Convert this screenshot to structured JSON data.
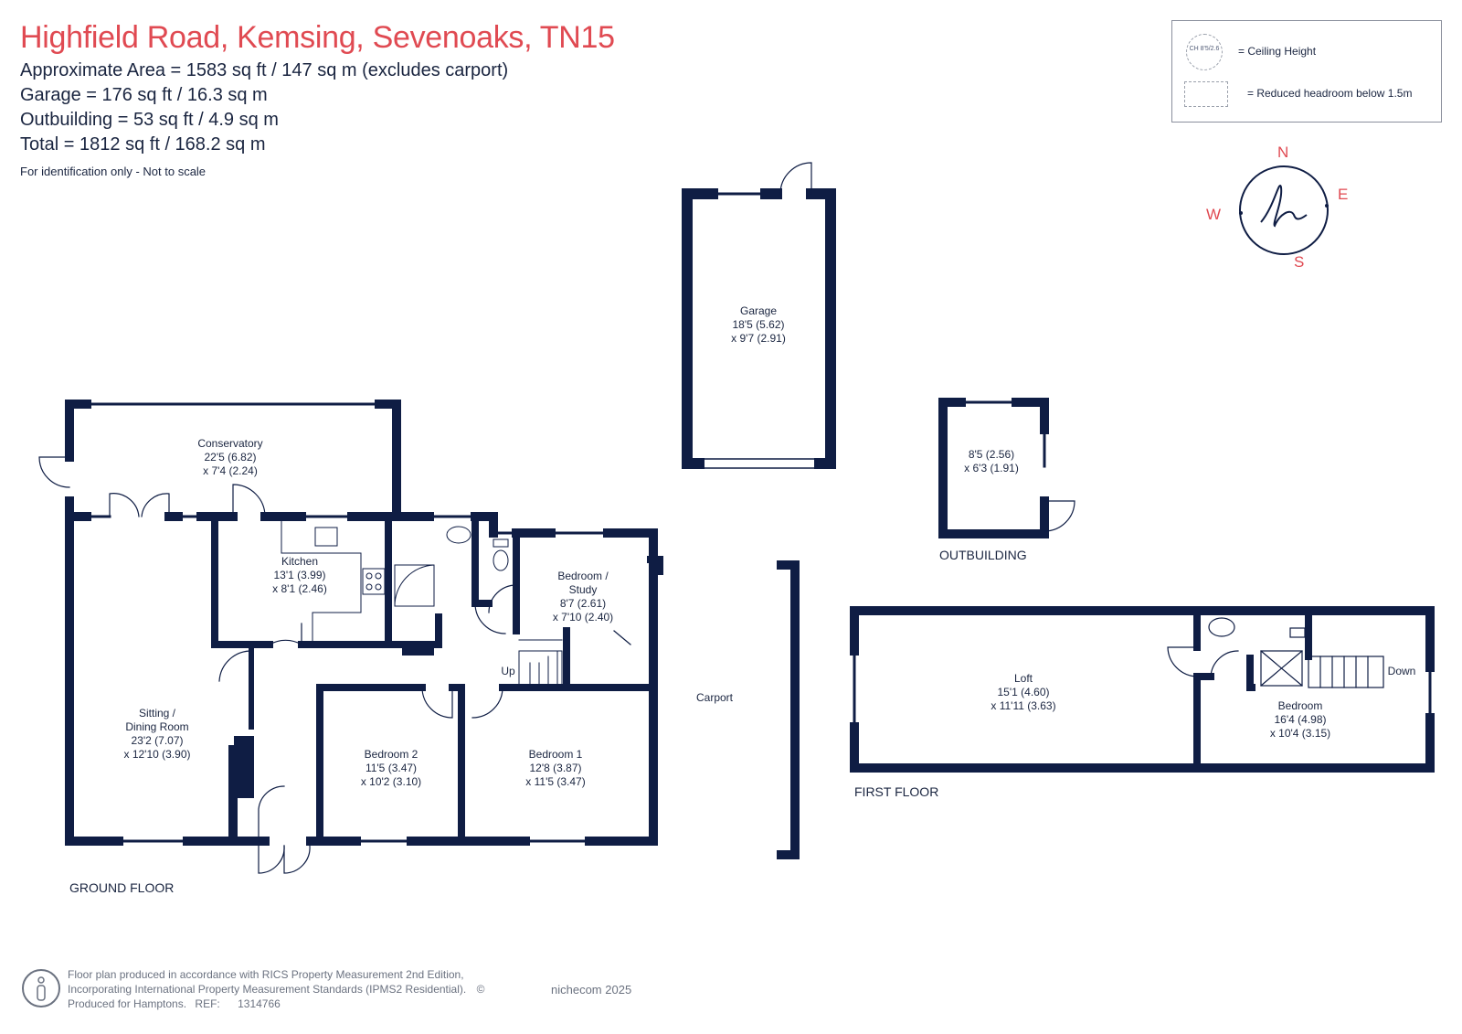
{
  "header": {
    "title": "Highfield Road, Kemsing, Sevenoaks, TN15",
    "lines": [
      "Approximate Area = 1583 sq ft / 147 sq m (excludes carport)",
      "Garage = 176 sq ft / 16.3 sq m",
      "Outbuilding = 53 sq ft / 4.9 sq m",
      "Total = 1812 sq ft / 168.2 sq m"
    ],
    "note": "For identification only - Not to scale"
  },
  "legend": {
    "ch_badge": "CH 8'5/2.6",
    "ceiling": "= Ceiling Height",
    "reduced": "= Reduced headroom below 1.5m"
  },
  "compass": {
    "n": "N",
    "e": "E",
    "s": "S",
    "w": "W",
    "logo": "h"
  },
  "rooms": {
    "garage": [
      "Garage",
      "18'5 (5.62)",
      "x 9'7 (2.91)"
    ],
    "outbuilding": [
      "8'5 (2.56)",
      "x 6'3 (1.91)"
    ],
    "conservatory": [
      "Conservatory",
      "22'5 (6.82)",
      "x 7'4 (2.24)"
    ],
    "kitchen": [
      "Kitchen",
      "13'1 (3.99)",
      "x 8'1 (2.46)"
    ],
    "study": [
      "Bedroom /",
      "Study",
      "8'7 (2.61)",
      "x 7'10 (2.40)"
    ],
    "sitting": [
      "Sitting /",
      "Dining Room",
      "23'2 (7.07)",
      "x 12'10 (3.90)"
    ],
    "bedroom2": [
      "Bedroom 2",
      "11'5 (3.47)",
      "x 10'2 (3.10)"
    ],
    "bedroom1": [
      "Bedroom 1",
      "12'8 (3.87)",
      "x 11'5 (3.47)"
    ],
    "loft": [
      "Loft",
      "15'1 (4.60)",
      "x 11'11 (3.63)"
    ],
    "bedroom_ff": [
      "Bedroom",
      "16'4 (4.98)",
      "x 10'4 (3.15)"
    ]
  },
  "labels": {
    "carport": "Carport",
    "up": "Up",
    "down": "Down",
    "outbuilding": "OUTBUILDING",
    "ground_floor": "GROUND FLOOR",
    "first_floor": "FIRST FLOOR"
  },
  "footer": {
    "line1": "Floor plan produced in accordance with RICS Property Measurement 2nd Edition,",
    "line2": "Incorporating International Property Measurement Standards (IPMS2 Residential).",
    "copyright": "©",
    "brand": "nichecom 2025",
    "line3_prefix": "Produced for Hamptons.",
    "ref_label": "REF:",
    "ref": "1314766"
  },
  "colors": {
    "wall": "#0f1d44",
    "accent": "#e04a52",
    "text": "#1a2540"
  }
}
